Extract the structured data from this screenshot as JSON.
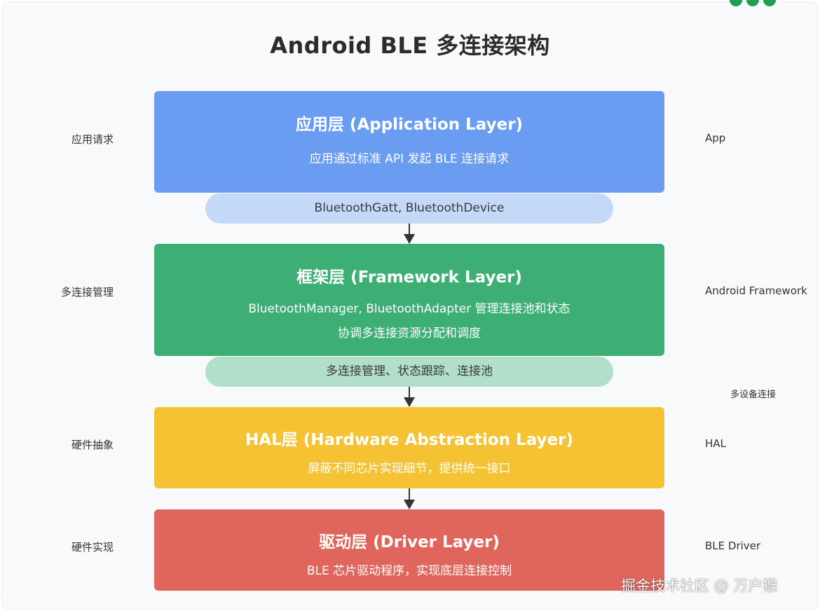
{
  "title": "Android BLE 多连接架构",
  "layers": [
    {
      "title": "应用层 (Application Layer)",
      "desc": [
        "应用通过标准 API 发起 BLE 连接请求"
      ],
      "color": "#6a9cf2"
    },
    {
      "title": "框架层 (Framework Layer)",
      "desc": [
        "BluetoothManager, BluetoothAdapter 管理连接池和状态",
        "协调多连接资源分配和调度"
      ],
      "color": "#3daf74"
    },
    {
      "title": "HAL层 (Hardware Abstraction Layer)",
      "desc": [
        "屏蔽不同芯片实现细节，提供统一接口"
      ],
      "color": "#f4c232"
    },
    {
      "title": "驱动层 (Driver Layer)",
      "desc": [
        "BLE 芯片驱动程序，实现底层连接控制"
      ],
      "color": "#e0665d"
    }
  ],
  "connectors": [
    {
      "label": "BluetoothGatt, BluetoothDevice",
      "color": "#c4d9f8"
    },
    {
      "label": "多连接管理、状态跟踪、连接池",
      "color": "#b2dfc9"
    }
  ],
  "left_labels": [
    "应用请求",
    "多连接管理",
    "硬件抽象",
    "硬件实现"
  ],
  "right_labels": [
    "App",
    "Android Framework",
    "HAL",
    "BLE Driver"
  ],
  "extra_label": "多设备连接",
  "watermark": "掘金技术社区 @ 万户猴"
}
